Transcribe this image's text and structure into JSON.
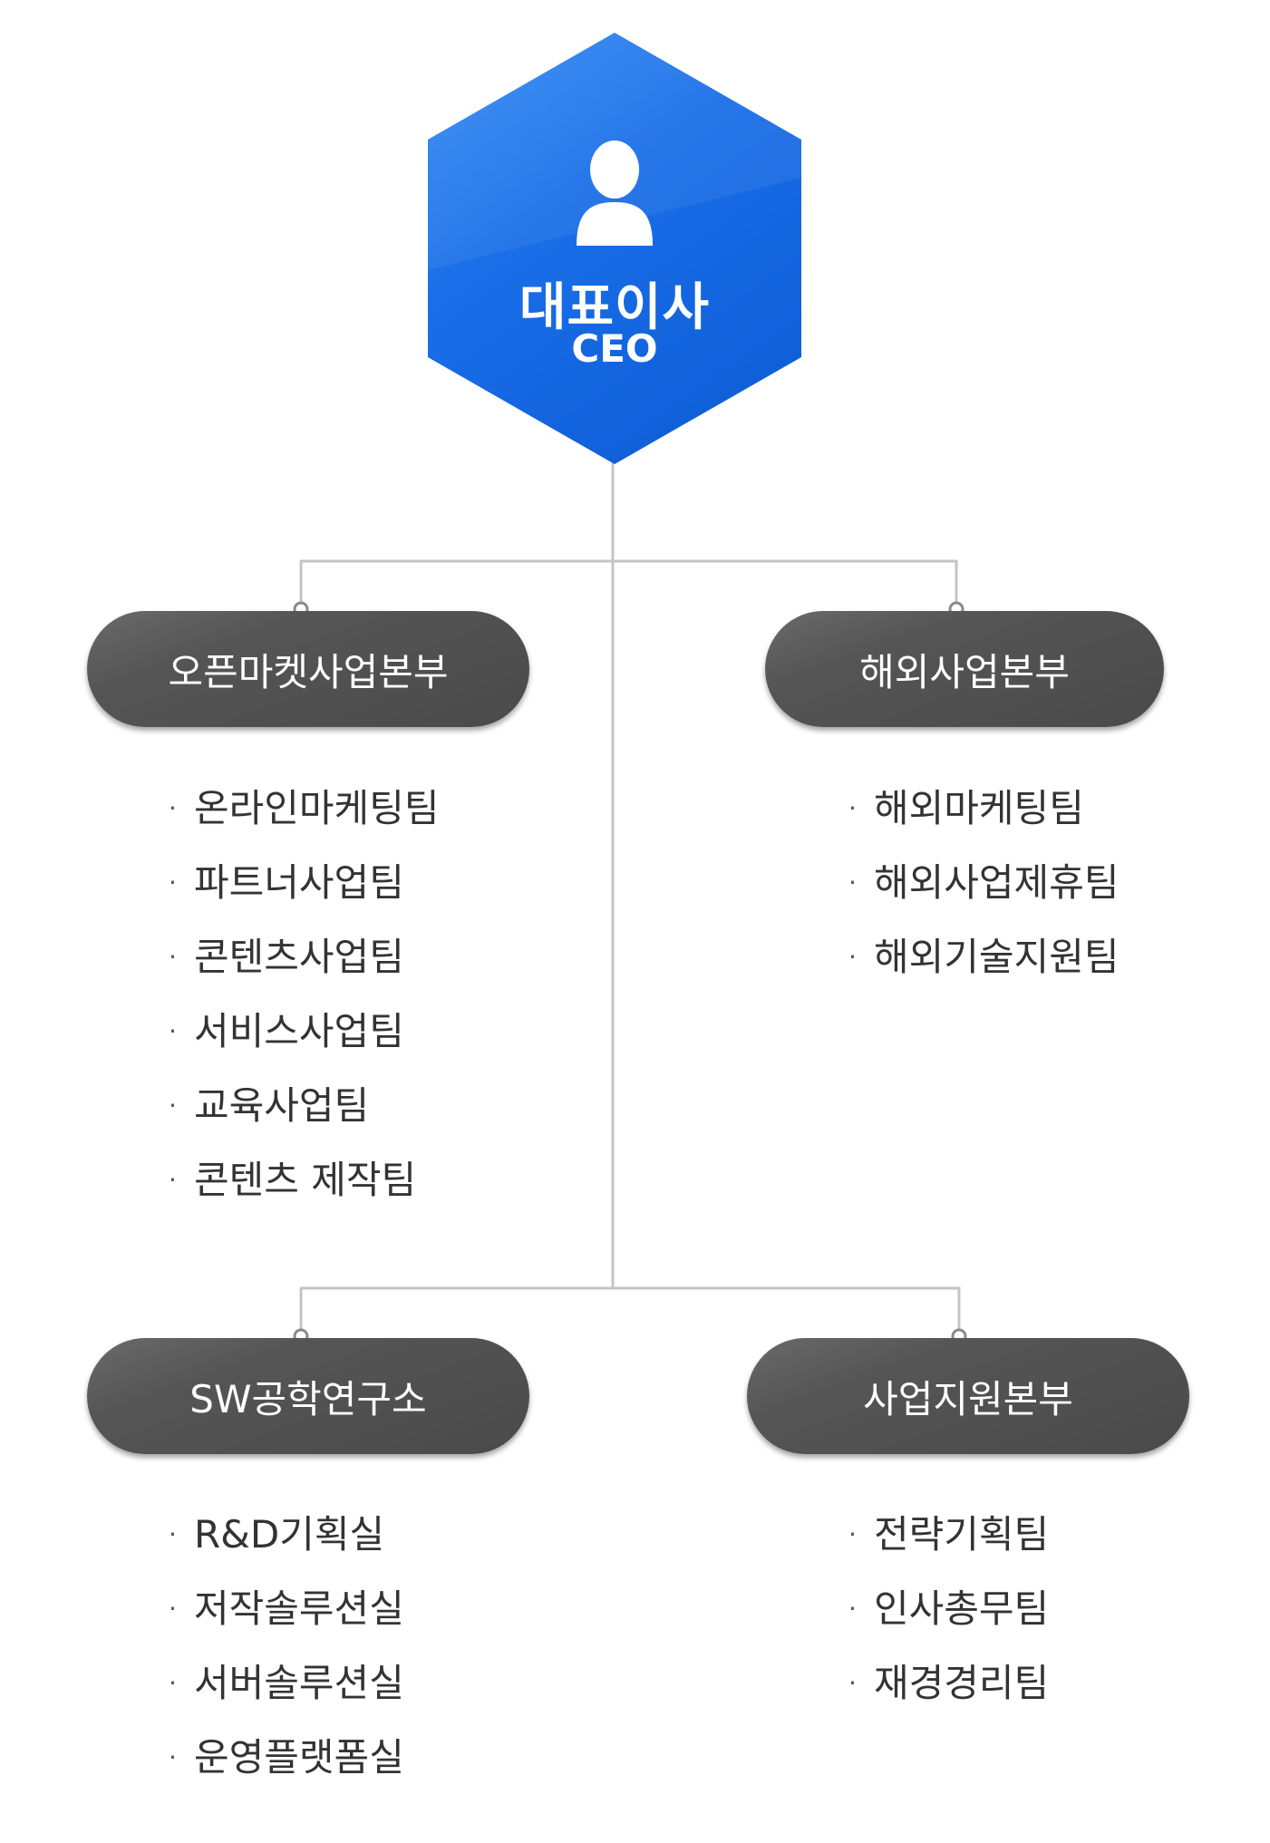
{
  "ceo": {
    "title": "대표이사",
    "subtitle": "CEO",
    "icon": "person-icon",
    "color": "#1a6fe8"
  },
  "divisions": {
    "open_market": {
      "name": "오픈마켓사업본부",
      "teams": [
        "온라인마케팅팀",
        "파트너사업팀",
        "콘텐츠사업팀",
        "서비스사업팀",
        "교육사업팀",
        "콘텐츠 제작팀"
      ]
    },
    "overseas": {
      "name": "해외사업본부",
      "teams": [
        "해외마케팅팀",
        "해외사업제휴팀",
        "해외기술지원팀"
      ]
    },
    "sw_lab": {
      "name": "SW공학연구소",
      "teams": [
        "R&D기획실",
        "저작솔루션실",
        "서버솔루션실",
        "운영플랫폼실"
      ]
    },
    "business_support": {
      "name": "사업지원본부",
      "teams": [
        "전략기획팀",
        "인사총무팀",
        "재경경리팀"
      ]
    }
  },
  "colors": {
    "connector": "#c4c4c4",
    "division_fill": "#4d4d4d",
    "team_text": "#333333"
  }
}
